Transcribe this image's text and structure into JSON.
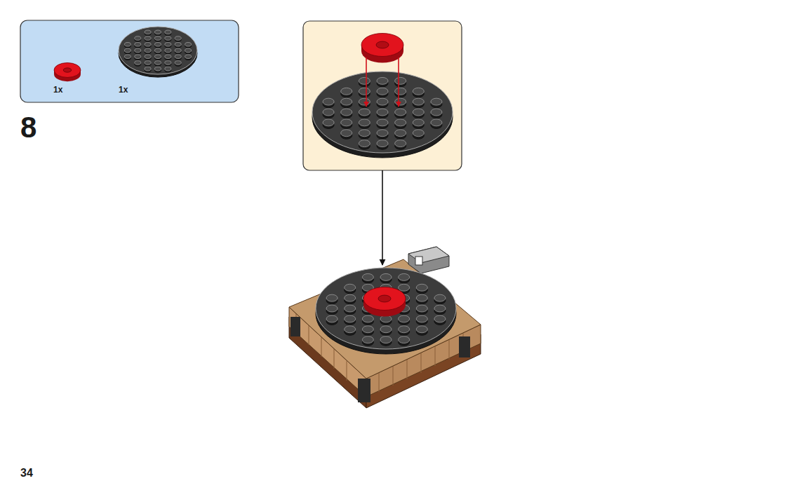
{
  "diagram": {
    "nodes": [
      {
        "text": [
          "1x",
          "1x"
        ]
      }
    ],
    "labels": [
      "8",
      "34"
    ]
  }
}
